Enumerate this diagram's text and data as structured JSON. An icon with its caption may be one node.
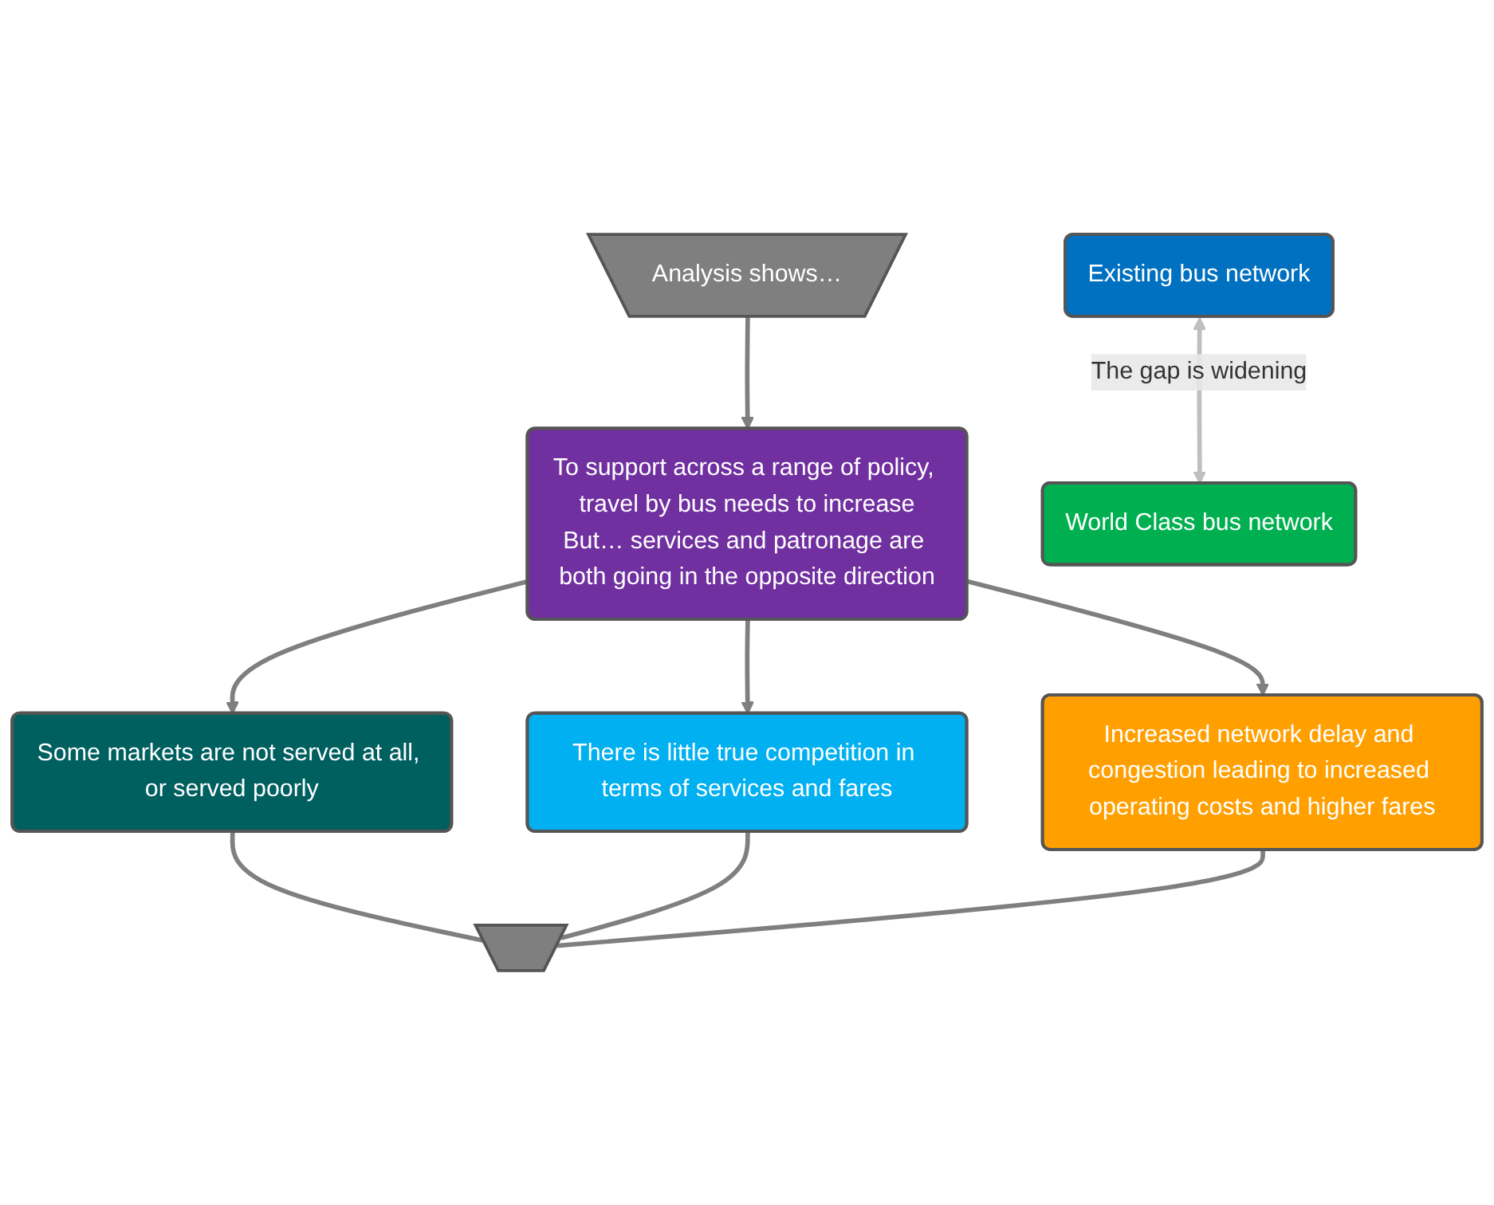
{
  "diagram": {
    "nodes": [
      {
        "text": [
          "Analysis shows…"
        ]
      },
      {
        "text": [
          "To support across a range of policy, travel by bus needs to increase",
          "But… services and patronage are both going in the opposite direction"
        ]
      },
      {
        "text": [
          "Some markets are not served at all, or served poorly"
        ]
      },
      {
        "text": [
          "There is little true competition in terms of services and fares"
        ]
      },
      {
        "text": [
          "Increased network delay and congestion leading to increased operating costs and higher fares"
        ]
      },
      {
        "text": [],
        "shape": "arrow"
      },
      {
        "text": [
          "Existing bus network"
        ]
      },
      {
        "text": [
          "World Class bus network"
        ]
      }
    ],
    "edges": [
      {
        "from": 0,
        "to": 1,
        "arrow": "to"
      },
      {
        "from": 1,
        "to": 2,
        "arrow": "to"
      },
      {
        "from": 1,
        "to": 3,
        "arrow": "to"
      },
      {
        "from": 1,
        "to": 4,
        "arrow": "to"
      },
      {
        "from": 2,
        "to": 5,
        "arrow": "none"
      },
      {
        "from": 3,
        "to": 5,
        "arrow": "none"
      },
      {
        "from": 4,
        "to": 5,
        "arrow": "none"
      },
      {
        "from": 6,
        "to": 7,
        "arrow": "both",
        "label": "The gap is widening",
        "color": "#bfbfbf"
      }
    ]
  }
}
